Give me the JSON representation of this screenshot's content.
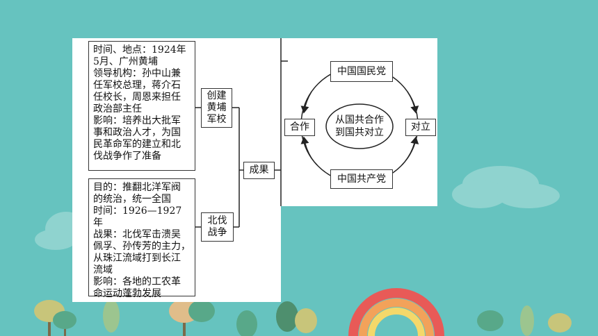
{
  "left": {
    "box1": "时间、地点：1924年\n5月、广州黄埔\n领导机构：孙中山兼\n任军校总理，蒋介石\n任校长，周恩来担任\n政治部主任\n影响：培养出大批军\n事和政治人才，为国\n民革命军的建立和北\n伐战争作了准备",
    "box2": "目的：推翻北洋军阀\n的统治，统一全国\n时间：1926—1927年\n战果：北伐军击溃吴\n佩孚、孙传芳的主力，\n从珠江流域打到长江\n流域\n影响：各地的工农革\n命运动蓬勃发展",
    "node1": "创建\n黄埔\n军校",
    "node2": "北伐\n战争",
    "result": "成果"
  },
  "right": {
    "top": "中国国民党",
    "bottom": "中国共产党",
    "left": "合作",
    "right": "对立",
    "center": "从国共合作\n到国共对立"
  }
}
